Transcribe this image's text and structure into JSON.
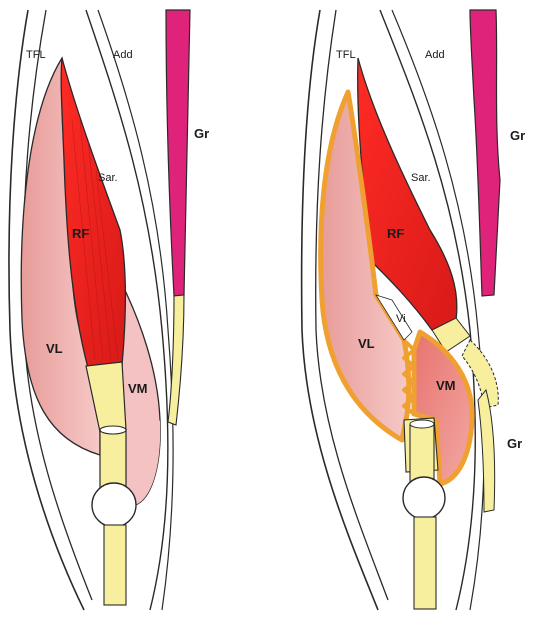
{
  "left_panel": {
    "labels": {
      "tfl": "TFL",
      "add": "Add",
      "gr": "Gr",
      "sar": "Sar.",
      "rf": "RF",
      "vl": "VL",
      "vm": "VM"
    }
  },
  "right_panel": {
    "labels": {
      "tfl": "TFL",
      "add": "Add",
      "gr_top": "Gr",
      "sar": "Sar.",
      "rf": "RF",
      "vi": "Vi",
      "vl": "VL",
      "vm": "VM",
      "gr_bottom": "Gr"
    }
  },
  "colors": {
    "rectus_femoris": "#e8201e",
    "vastus_lateralis": "#f2b4b2",
    "vastus_medialis": "#f4bcbc",
    "gracilis": "#e0237a",
    "tendon": "#f7ef9e",
    "highlight_outline": "#f0a030",
    "outline": "#2a2a2a"
  }
}
